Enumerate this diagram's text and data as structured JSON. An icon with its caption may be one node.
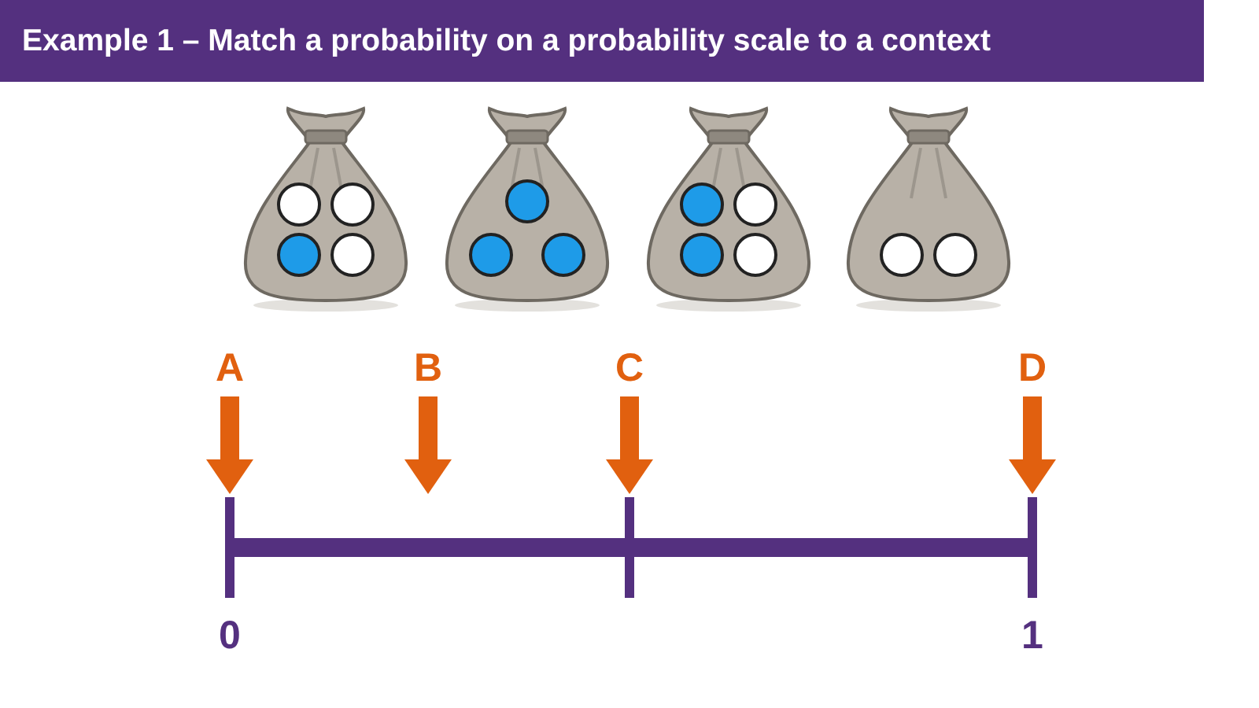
{
  "diagram": {
    "title": "Example 1 – Match a probability on a probability scale to a context",
    "nodes": [
      {
        "text": [],
        "shape": "picture"
      },
      {
        "text": [],
        "shape": "picture"
      },
      {
        "text": [],
        "shape": "picture"
      },
      {
        "text": [],
        "shape": "picture"
      },
      {
        "text": [
          "A"
        ]
      },
      {
        "text": [
          "B"
        ]
      },
      {
        "text": [
          "C"
        ]
      },
      {
        "text": [
          "D"
        ]
      },
      {
        "text": [],
        "shape": "bar"
      }
    ],
    "edges": [
      {
        "from": 4,
        "to": 8,
        "arrow": "to"
      },
      {
        "from": 5,
        "to": 8,
        "arrow": "to"
      },
      {
        "from": 6,
        "to": 8,
        "arrow": "to"
      },
      {
        "from": 7,
        "to": 8,
        "arrow": "to"
      }
    ],
    "labels": [
      "0",
      "1"
    ]
  }
}
